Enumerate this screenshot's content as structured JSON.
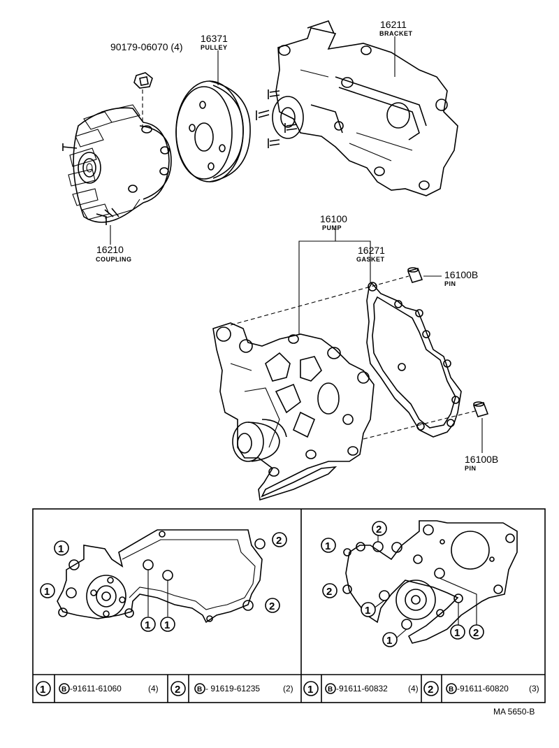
{
  "parts": {
    "bolt": {
      "number": "90179-06070 (4)"
    },
    "pulley": {
      "number": "16371",
      "name": "PULLEY"
    },
    "bracket": {
      "number": "16211",
      "name": "BRACKET"
    },
    "coupling": {
      "number": "16210",
      "name": "COUPLING"
    },
    "pump": {
      "number": "16100",
      "name": "PUMP"
    },
    "gasket": {
      "number": "16271",
      "name": "GASKET"
    },
    "pin_top": {
      "number": "16100B",
      "name": "PIN"
    },
    "pin_bottom": {
      "number": "16100B",
      "name": "PIN"
    }
  },
  "markers": {
    "one": "1",
    "two": "2",
    "bolt_symbol": "B"
  },
  "legend": {
    "left": [
      {
        "marker": "1",
        "part": "-91611-61060",
        "qty": "(4)"
      },
      {
        "marker": "2",
        "part": "- 91619-61235",
        "qty": "(2)"
      }
    ],
    "right": [
      {
        "marker": "1",
        "part": "-91611-60832",
        "qty": "(4)"
      },
      {
        "marker": "2",
        "part": "-91611-60820",
        "qty": "(3)"
      }
    ]
  },
  "diagram_code": "MA 5650-B"
}
